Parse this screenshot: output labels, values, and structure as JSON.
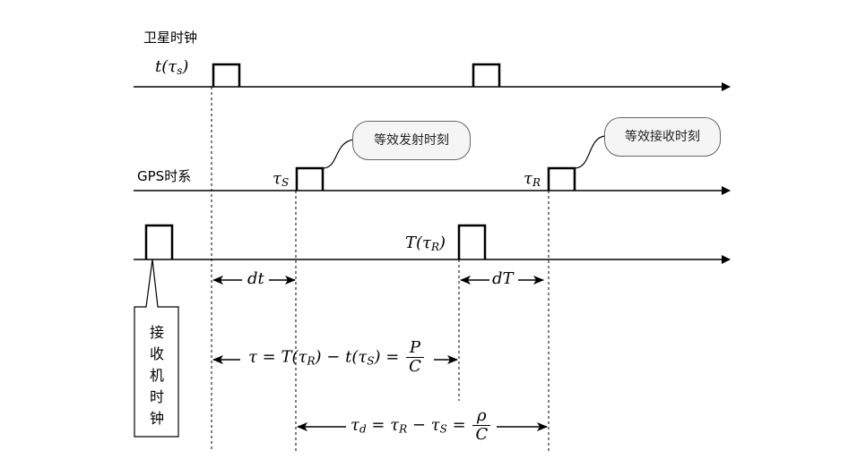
{
  "labels": {
    "satellite_clock": "卫星时钟",
    "gps_time": "GPS时系",
    "receiver_clock": "接收机时钟"
  },
  "callouts": {
    "equiv_transmit": "等效发射时刻",
    "equiv_receive": "等效接收时刻"
  },
  "math": {
    "t_of": "t(",
    "tau": "τ",
    "sub_s": "s",
    "sub_S": "S",
    "sub_R": "R",
    "sub_d": "d",
    "close": ")",
    "T_of": "T(",
    "dt": "dt",
    "dT": "dT",
    "eq_tau_left": "τ = T(τ",
    "eq_tau_mid": ") − t(τ",
    "eq_tau_right": ") =",
    "P": "P",
    "C": "C",
    "eq_taud_a": " = τ",
    "eq_taud_b": " − τ",
    "eq_taud_c": " =",
    "rho": "ρ"
  }
}
